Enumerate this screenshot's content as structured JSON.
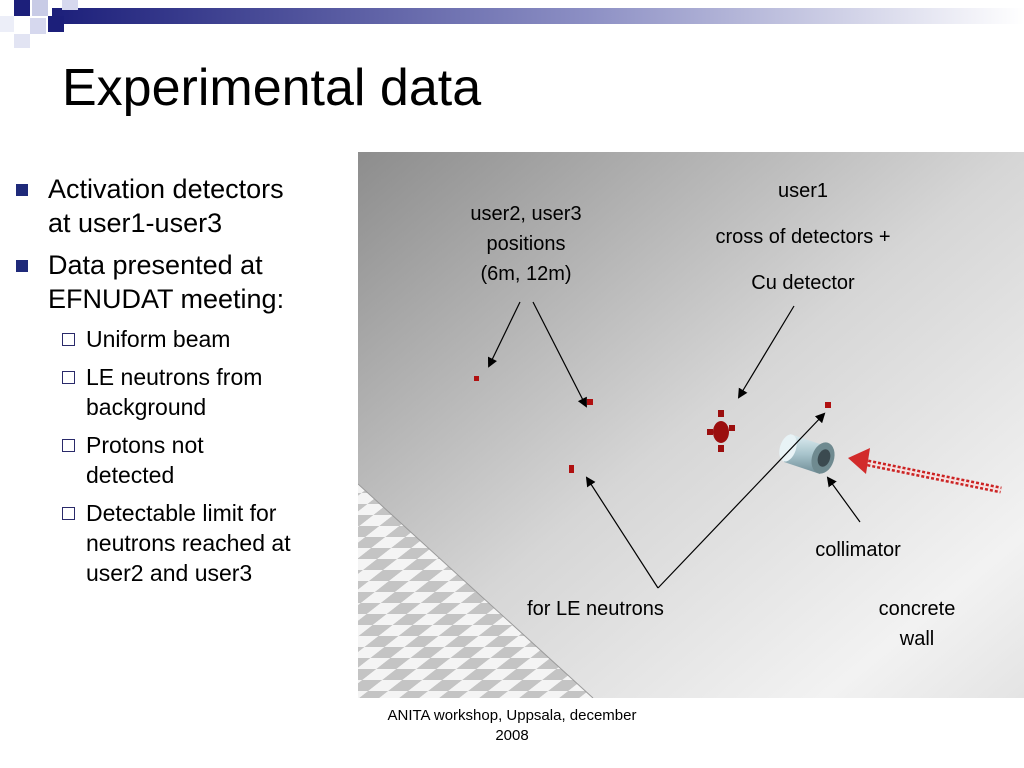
{
  "slide": {
    "title": "Experimental data",
    "bullets": [
      {
        "text": "Activation detectors\nat user1-user3"
      },
      {
        "text": "Data presented at\nEFNUDAT meeting:"
      }
    ],
    "subbullets": [
      {
        "text": "Uniform beam"
      },
      {
        "text": "LE neutrons from\nbackground"
      },
      {
        "text": "Protons not\ndetected"
      },
      {
        "text": "Detectable limit for\nneutrons reached at\nuser2 and user3"
      }
    ],
    "footer": "ANITA workshop, Uppsala, december\n2008"
  },
  "scene": {
    "labels": {
      "user23": "user2, user3\npositions\n(6m, 12m)",
      "user1": "user1",
      "cross": "cross of detectors +",
      "cu": "Cu detector",
      "collimator": "collimator",
      "le": "for LE neutrons",
      "wall": "concrete\nwall"
    }
  },
  "colors": {
    "accent": "#1f2a7a",
    "detector": "#b01010",
    "beam": "#cc2222"
  }
}
